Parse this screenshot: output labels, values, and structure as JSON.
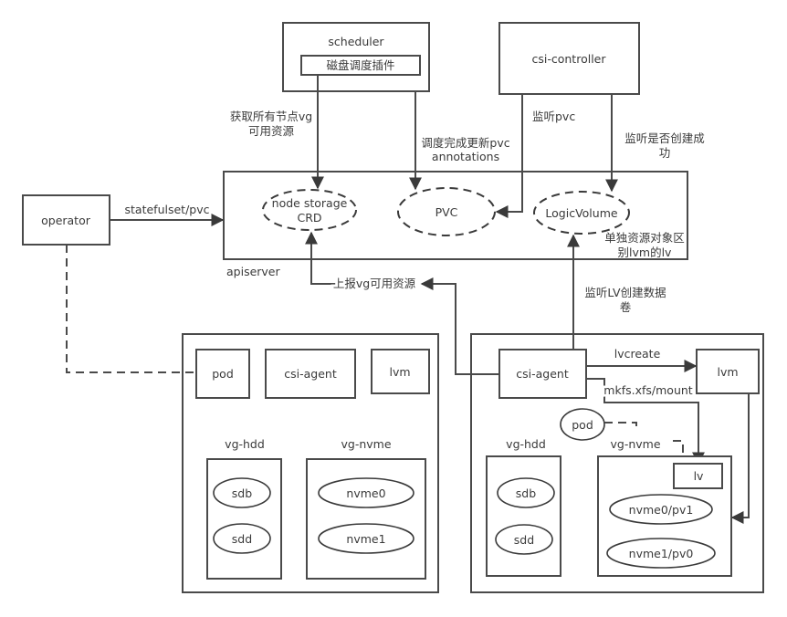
{
  "diagram": {
    "scheduler": {
      "title": "scheduler",
      "plugin": "磁盘调度插件"
    },
    "csi_controller": {
      "title": "csi-controller"
    },
    "operator": {
      "title": "operator"
    },
    "apiserver": {
      "label": "apiserver",
      "node_storage_crd": [
        "node storage",
        "CRD"
      ],
      "pvc": "PVC",
      "logic_volume": "LogicVolume",
      "note": [
        "单独资源对象区",
        "别lvm的lv"
      ]
    },
    "edges": {
      "get_vg": [
        "获取所有节点vg",
        "可用资源"
      ],
      "update_pvc": [
        "调度完成更新pvc",
        "annotations"
      ],
      "watch_pvc": "监听pvc",
      "watch_success": [
        "监听是否创建成",
        "功"
      ],
      "statefulset_pvc": "statefulset/pvc",
      "report_vg": "上报vg可用资源",
      "watch_lv": [
        "监听LV创建数据",
        "卷"
      ],
      "lvcreate": "lvcreate",
      "mkfs": "mkfs.xfs/mount"
    },
    "node_left": {
      "pod": "pod",
      "csi_agent": "csi-agent",
      "lvm": "lvm",
      "vg_hdd": {
        "label": "vg-hdd",
        "disks": [
          "sdb",
          "sdd"
        ]
      },
      "vg_nvme": {
        "label": "vg-nvme",
        "disks": [
          "nvme0",
          "nvme1"
        ]
      }
    },
    "node_right": {
      "csi_agent": "csi-agent",
      "lvm": "lvm",
      "pod": "pod",
      "vg_hdd": {
        "label": "vg-hdd",
        "disks": [
          "sdb",
          "sdd"
        ]
      },
      "vg_nvme": {
        "label": "vg-nvme",
        "lv": "lv",
        "disks": [
          "nvme0/pv1",
          "nvme1/pv0"
        ]
      }
    }
  }
}
